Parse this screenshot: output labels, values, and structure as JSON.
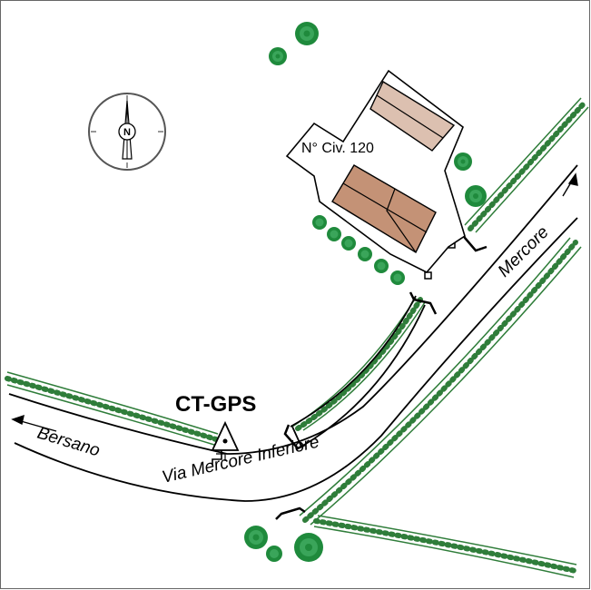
{
  "labels": {
    "civic_number": "N° Civ. 120",
    "gps_point": "CT-GPS",
    "road_main": "Via Mercore Inferiore",
    "road_bersano": "Bersano",
    "road_mercore": "Mercore",
    "north": "N"
  },
  "colors": {
    "hedge": "#2f7d3a",
    "tree": "#1f8a3c",
    "building_light": "#dcc0b0",
    "building_dark": "#c49276",
    "line": "#000000",
    "frame": "#555555"
  },
  "icons": [
    "north-arrow-icon",
    "gps-triangle-icon",
    "direction-arrow-icon",
    "tree-icon"
  ]
}
